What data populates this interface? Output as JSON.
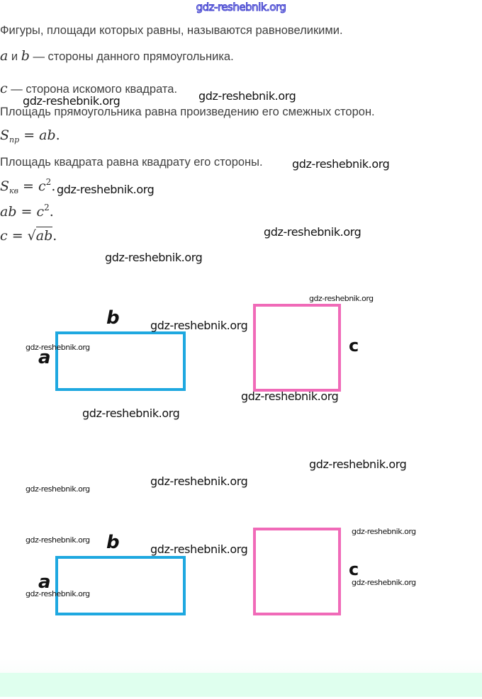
{
  "header": {
    "watermark": "gdz-reshebnik.org"
  },
  "content": {
    "line1": "Фигуры, площади которых равны, называются равновеликими.",
    "line2": {
      "var_a": "a",
      "conj": " и ",
      "var_b": "b",
      "text": " — стороны данного прямоугольника."
    },
    "line3": {
      "var_c": "c",
      "text": " — сторона искомого квадрата."
    },
    "line4": "Площадь прямоугольника равна произведению его смежных сторон.",
    "formula1": {
      "lhs": "S",
      "sub": "пр",
      "eq": " = ",
      "rhs": "ab",
      "end": "."
    },
    "line5": "Площадь квадрата равна квадрату его стороны.",
    "formula2": {
      "lhs": "S",
      "sub": "кв",
      "eq": " = ",
      "rhs": "c",
      "sup": "2",
      "end": "."
    },
    "formula3": {
      "lhs": "ab",
      "eq": " = ",
      "rhs": "c",
      "sup": "2",
      "end": "."
    },
    "formula4": {
      "lhs": "c",
      "eq": " = ",
      "sqrt": "√",
      "radicand": "ab",
      "end": "."
    }
  },
  "figures": [
    {
      "rect_color": "#1ea8e0",
      "label_a": "a",
      "label_b": "b",
      "square_color": "#f06ab8",
      "label_c": "c"
    },
    {
      "rect_color": "#1ea8e0",
      "label_a": "a",
      "label_b": "b",
      "square_color": "#f06ab8",
      "label_c": "c"
    }
  ],
  "watermarks": [
    "gdz-reshebnik.org",
    "gdz-reshebnik.org",
    "gdz-reshebnik.org",
    "gdz-reshebnik.org",
    "gdz-reshebnik.org",
    "gdz-reshebnik.org",
    "gdz-reshebnik.org",
    "gdz-reshebnik.org",
    "gdz-reshebnik.org",
    "gdz-reshebnik.org",
    "gdz-reshebnik.org",
    "gdz-reshebnik.org",
    "gdz-reshebnik.org",
    "gdz-reshebnik.org",
    "gdz-reshebnik.org",
    "gdz-reshebnik.org",
    "gdz-reshebnik.org",
    "gdz-reshebnik.org",
    "gdz-reshebnik.org",
    "gdz-reshebnik.org"
  ],
  "colors": {
    "footer_band": "#dfffee",
    "header_watermark": "#3f3fcf"
  }
}
